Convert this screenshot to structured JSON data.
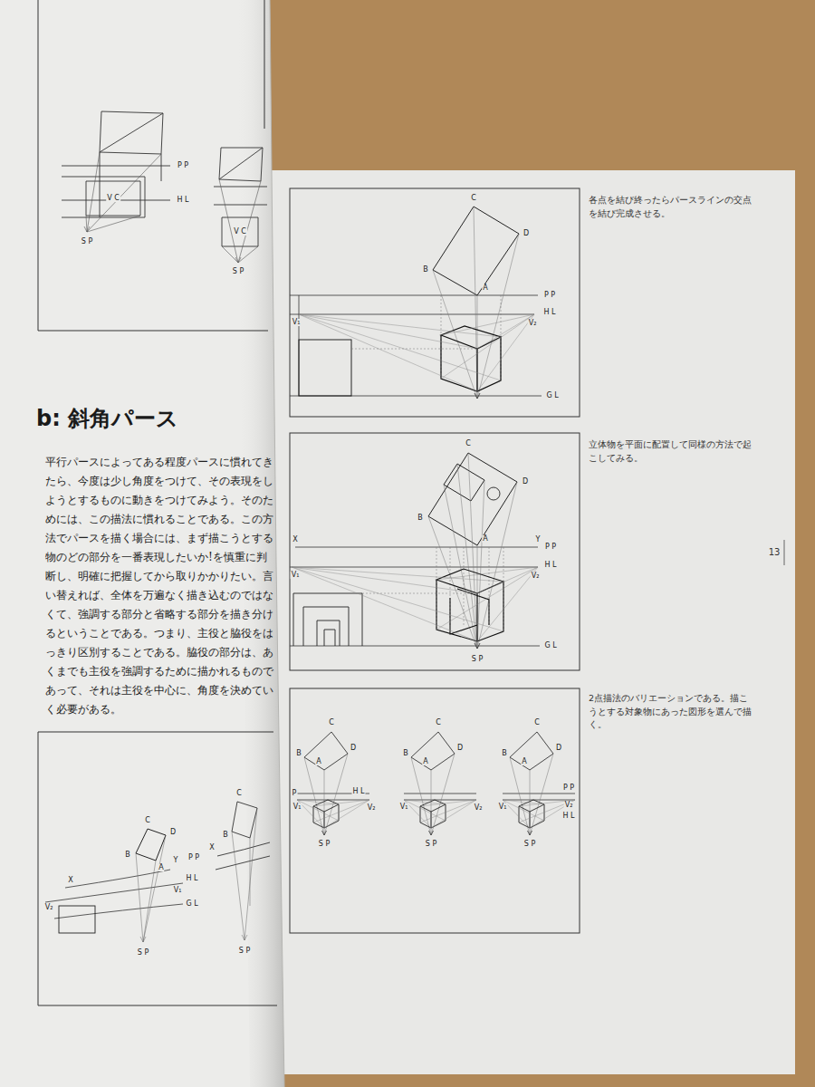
{
  "diagram": {
    "title": "b: 斜角パース",
    "labels": [
      "平行パースによってある程度パースに慣れてきたら、今度は少し角度をつけて、その表現をしようとするものに動きをつけてみよう。そのためには、この描法に慣れることである。この方法でパースを描く場合には、まず描こうとする物のどの部分を一番表現したいか!を慎重に判断し、明確に把握してから取りかかりたい。言い替えれば、全体を万遍なく描き込むのではなくて、強調する部分と省略する部分を描き分けるということである。つまり、主役と脇役をはっきり区別することである。脇役の部分は、あくまでも主役を強調するために描かれるものであって、それは主役を中心に、角度を決めていく必要がある。",
      "各点を結び終ったらパースラインの交点を結び完成させる。",
      "立体物を平面に配置して同様の方法で起こしてみる。",
      "2点描法のバリエーションである。描こうとする対象物にあった図形を選んで描く。",
      "13",
      "P P",
      "H L",
      "V C",
      "S P",
      "V C",
      "S P",
      "C",
      "D",
      "B",
      "A",
      "P P",
      "H L",
      "V₁",
      "V₂",
      "G L",
      "C",
      "D",
      "B",
      "A",
      "X",
      "Y",
      "P P",
      "H L",
      "V₁",
      "V₂",
      "G L",
      "S P",
      "C",
      "B",
      "D",
      "A",
      "P",
      "H L",
      "V₁",
      "V₂",
      "S P",
      "C",
      "B",
      "D",
      "A",
      "V₁",
      "V₂",
      "S P",
      "C",
      "B",
      "D",
      "A",
      "P P",
      "V₂",
      "V₁",
      "H L",
      "S P",
      "C",
      "D",
      "B",
      "A",
      "Y",
      "P P",
      "X",
      "X",
      "H L",
      "V₁",
      "V₂",
      "G L",
      "S P",
      "C",
      "B",
      "S P"
    ]
  }
}
